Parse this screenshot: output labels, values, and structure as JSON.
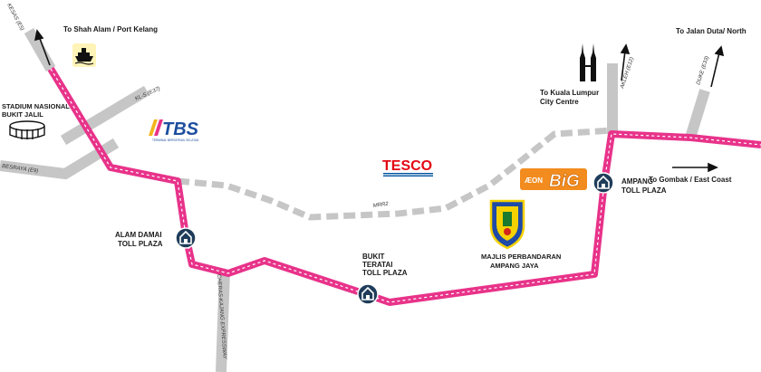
{
  "colors": {
    "highway": "#e8338a",
    "feeder": "#c6c6c6",
    "toll_icon": "#1f3d5a",
    "tesco_red": "#e30613",
    "tesco_blue": "#00539f",
    "aeon_orange": "#f28c1e",
    "tbs_blue": "#1d4e9e",
    "tbs_gold": "#f2b51d"
  },
  "roads": {
    "kesas": "KESAS (E5)",
    "kl_s": "KL-S (E37)",
    "besraya": "BESRAYA (E9)",
    "mrr2": "MRR2",
    "akleh": "AKLEH (E12)",
    "duke": "DUKE (E33)",
    "cheras_kajang": "CHERAS-KAJANG EXPRESSWAY"
  },
  "directions": {
    "shah_alam": "To Shah Alam / Port Kelang",
    "kl_line1": "To Kuala Lumpur",
    "kl_line2": "City Centre",
    "jalan_duta": "To Jalan Duta/ North",
    "gombak": "To Gombak / East Coast"
  },
  "toll_plazas": [
    {
      "line1": "ALAM DAMAI",
      "line2": "TOLL PLAZA"
    },
    {
      "line1": "BUKIT",
      "line2": "TERATAI",
      "line3": "TOLL PLAZA"
    },
    {
      "line1": "AMPANG",
      "line2": "TOLL PLAZA"
    }
  ],
  "landmarks": {
    "stadium_line1": "STADIUM NASIONAL",
    "stadium_line2": "BUKIT JALIL",
    "tbs": "TBS",
    "tbs_sub": "TERMINAL BERSEPADU SELATAN",
    "tesco": "TESCO",
    "aeon": "ÆON",
    "big": "BiG",
    "mpaj_line1": "MAJLIS PERBANDARAN",
    "mpaj_line2": "AMPANG JAYA"
  },
  "icons": [
    "ship-icon",
    "stadium-icon",
    "twin-towers-icon",
    "toll-plaza-icon",
    "arrow-icon",
    "crest-icon"
  ]
}
